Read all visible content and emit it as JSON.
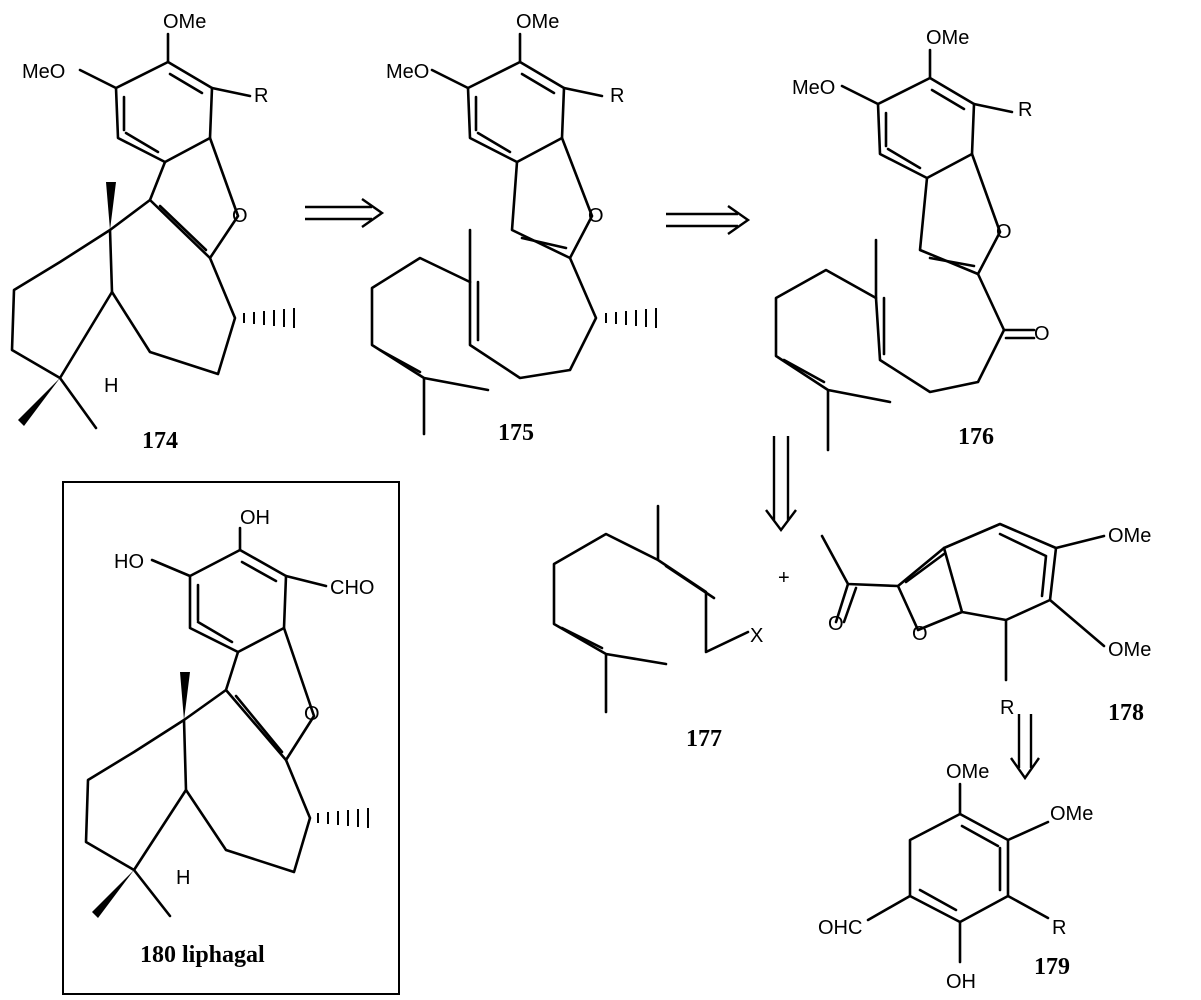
{
  "labels": {
    "ome": "OMe",
    "meo": "MeO",
    "r": "R",
    "o": "O",
    "h": "H",
    "x": "X",
    "oh": "OH",
    "ho": "HO",
    "cho": "CHO",
    "ohc": "OHC",
    "plus": "+"
  },
  "compounds": {
    "c174": "174",
    "c175": "175",
    "c176": "176",
    "c177": "177",
    "c178": "178",
    "c179": "179",
    "c180": "180 liphagal"
  }
}
